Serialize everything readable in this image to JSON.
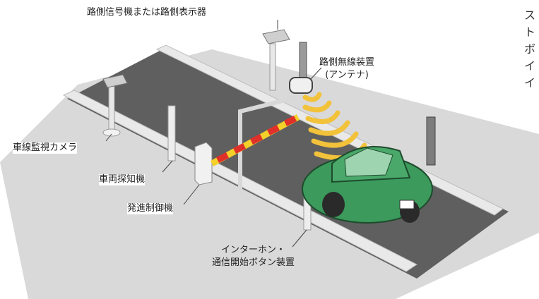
{
  "labels": {
    "roadside_signal": "路側信号機または路側表示器",
    "roadside_radio": "路側無線装置",
    "antenna": "(アンテナ)",
    "lane_camera": "車線監視カメラ",
    "vehicle_detector": "車両探知機",
    "start_control": "発進制御機",
    "intercom_line1": "インターホン・",
    "intercom_line2": "通信開始ボタン装置"
  },
  "cut_text": [
    "ス",
    "ト",
    "ボ",
    "イ",
    "イ"
  ],
  "colors": {
    "road": "#6b6b6b",
    "ground": "#d8d8d8",
    "car": "#3b9a5c",
    "signal_wave": "#f2c23a",
    "barrier_red": "#e0302a",
    "barrier_yellow": "#f3d02a"
  }
}
